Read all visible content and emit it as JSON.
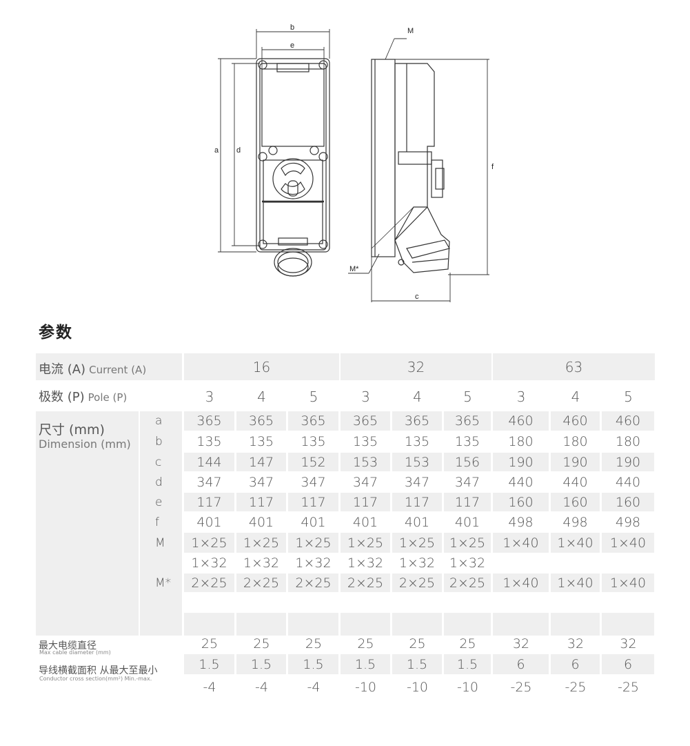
{
  "drawing": {
    "labels": {
      "a": "a",
      "b": "b",
      "c": "c",
      "d": "d",
      "e": "e",
      "f": "f",
      "m": "M",
      "m_star": "M*"
    }
  },
  "section_title": "参数",
  "table": {
    "current_label_cn": "电流 (A)",
    "current_label_en": "Current (A)",
    "current_groups": [
      "16",
      "32",
      "63"
    ],
    "pole_label_cn": "极数 (P)",
    "pole_label_en": "Pole (P)",
    "poles": [
      "3",
      "4",
      "5",
      "3",
      "4",
      "5",
      "3",
      "4",
      "5"
    ],
    "dimension_label_cn": "尺寸 (mm)",
    "dimension_label_en": "Dimension (mm)",
    "rows": [
      {
        "key": "a",
        "values": [
          "365",
          "365",
          "365",
          "365",
          "365",
          "365",
          "460",
          "460",
          "460"
        ]
      },
      {
        "key": "b",
        "values": [
          "135",
          "135",
          "135",
          "135",
          "135",
          "135",
          "180",
          "180",
          "180"
        ]
      },
      {
        "key": "c",
        "values": [
          "144",
          "147",
          "152",
          "153",
          "153",
          "156",
          "190",
          "190",
          "190"
        ]
      },
      {
        "key": "d",
        "values": [
          "347",
          "347",
          "347",
          "347",
          "347",
          "347",
          "440",
          "440",
          "440"
        ]
      },
      {
        "key": "e",
        "values": [
          "117",
          "117",
          "117",
          "117",
          "117",
          "117",
          "160",
          "160",
          "160"
        ]
      },
      {
        "key": "f",
        "values": [
          "401",
          "401",
          "401",
          "401",
          "401",
          "401",
          "498",
          "498",
          "498"
        ]
      },
      {
        "key": "M",
        "values": [
          "1×25",
          "1×25",
          "1×25",
          "1×25",
          "1×25",
          "1×25",
          "1×40",
          "1×40",
          "1×40"
        ]
      },
      {
        "key": "",
        "values": [
          "1×32",
          "1×32",
          "1×32",
          "1×32",
          "1×32",
          "1×32",
          "",
          "",
          ""
        ]
      },
      {
        "key": "M*",
        "values": [
          "2×25",
          "2×25",
          "2×25",
          "2×25",
          "2×25",
          "2×25",
          "1×40",
          "1×40",
          "1×40"
        ]
      },
      {
        "key": "",
        "values": [
          "",
          "",
          "",
          "",
          "",
          "",
          "",
          "",
          ""
        ]
      },
      {
        "key": "",
        "values": [
          "",
          "",
          "",
          "",
          "",
          "",
          "",
          "",
          ""
        ]
      }
    ],
    "cable_label_cn": "最大电缆直径",
    "cable_label_en": "Max cable diameter (mm)",
    "cable_values": [
      "25",
      "25",
      "25",
      "25",
      "25",
      "25",
      "32",
      "32",
      "32"
    ],
    "conductor_label_cn": "导线横截面积 从最大至最小",
    "conductor_label_en": "Conductor cross section(mm²) Min.-max.",
    "conductor_values_1": [
      "1.5",
      "1.5",
      "1.5",
      "1.5",
      "1.5",
      "1.5",
      "6",
      "6",
      "6"
    ],
    "conductor_values_2": [
      "-4",
      "-4",
      "-4",
      "-10",
      "-10",
      "-10",
      "-25",
      "-25",
      "-25"
    ]
  }
}
